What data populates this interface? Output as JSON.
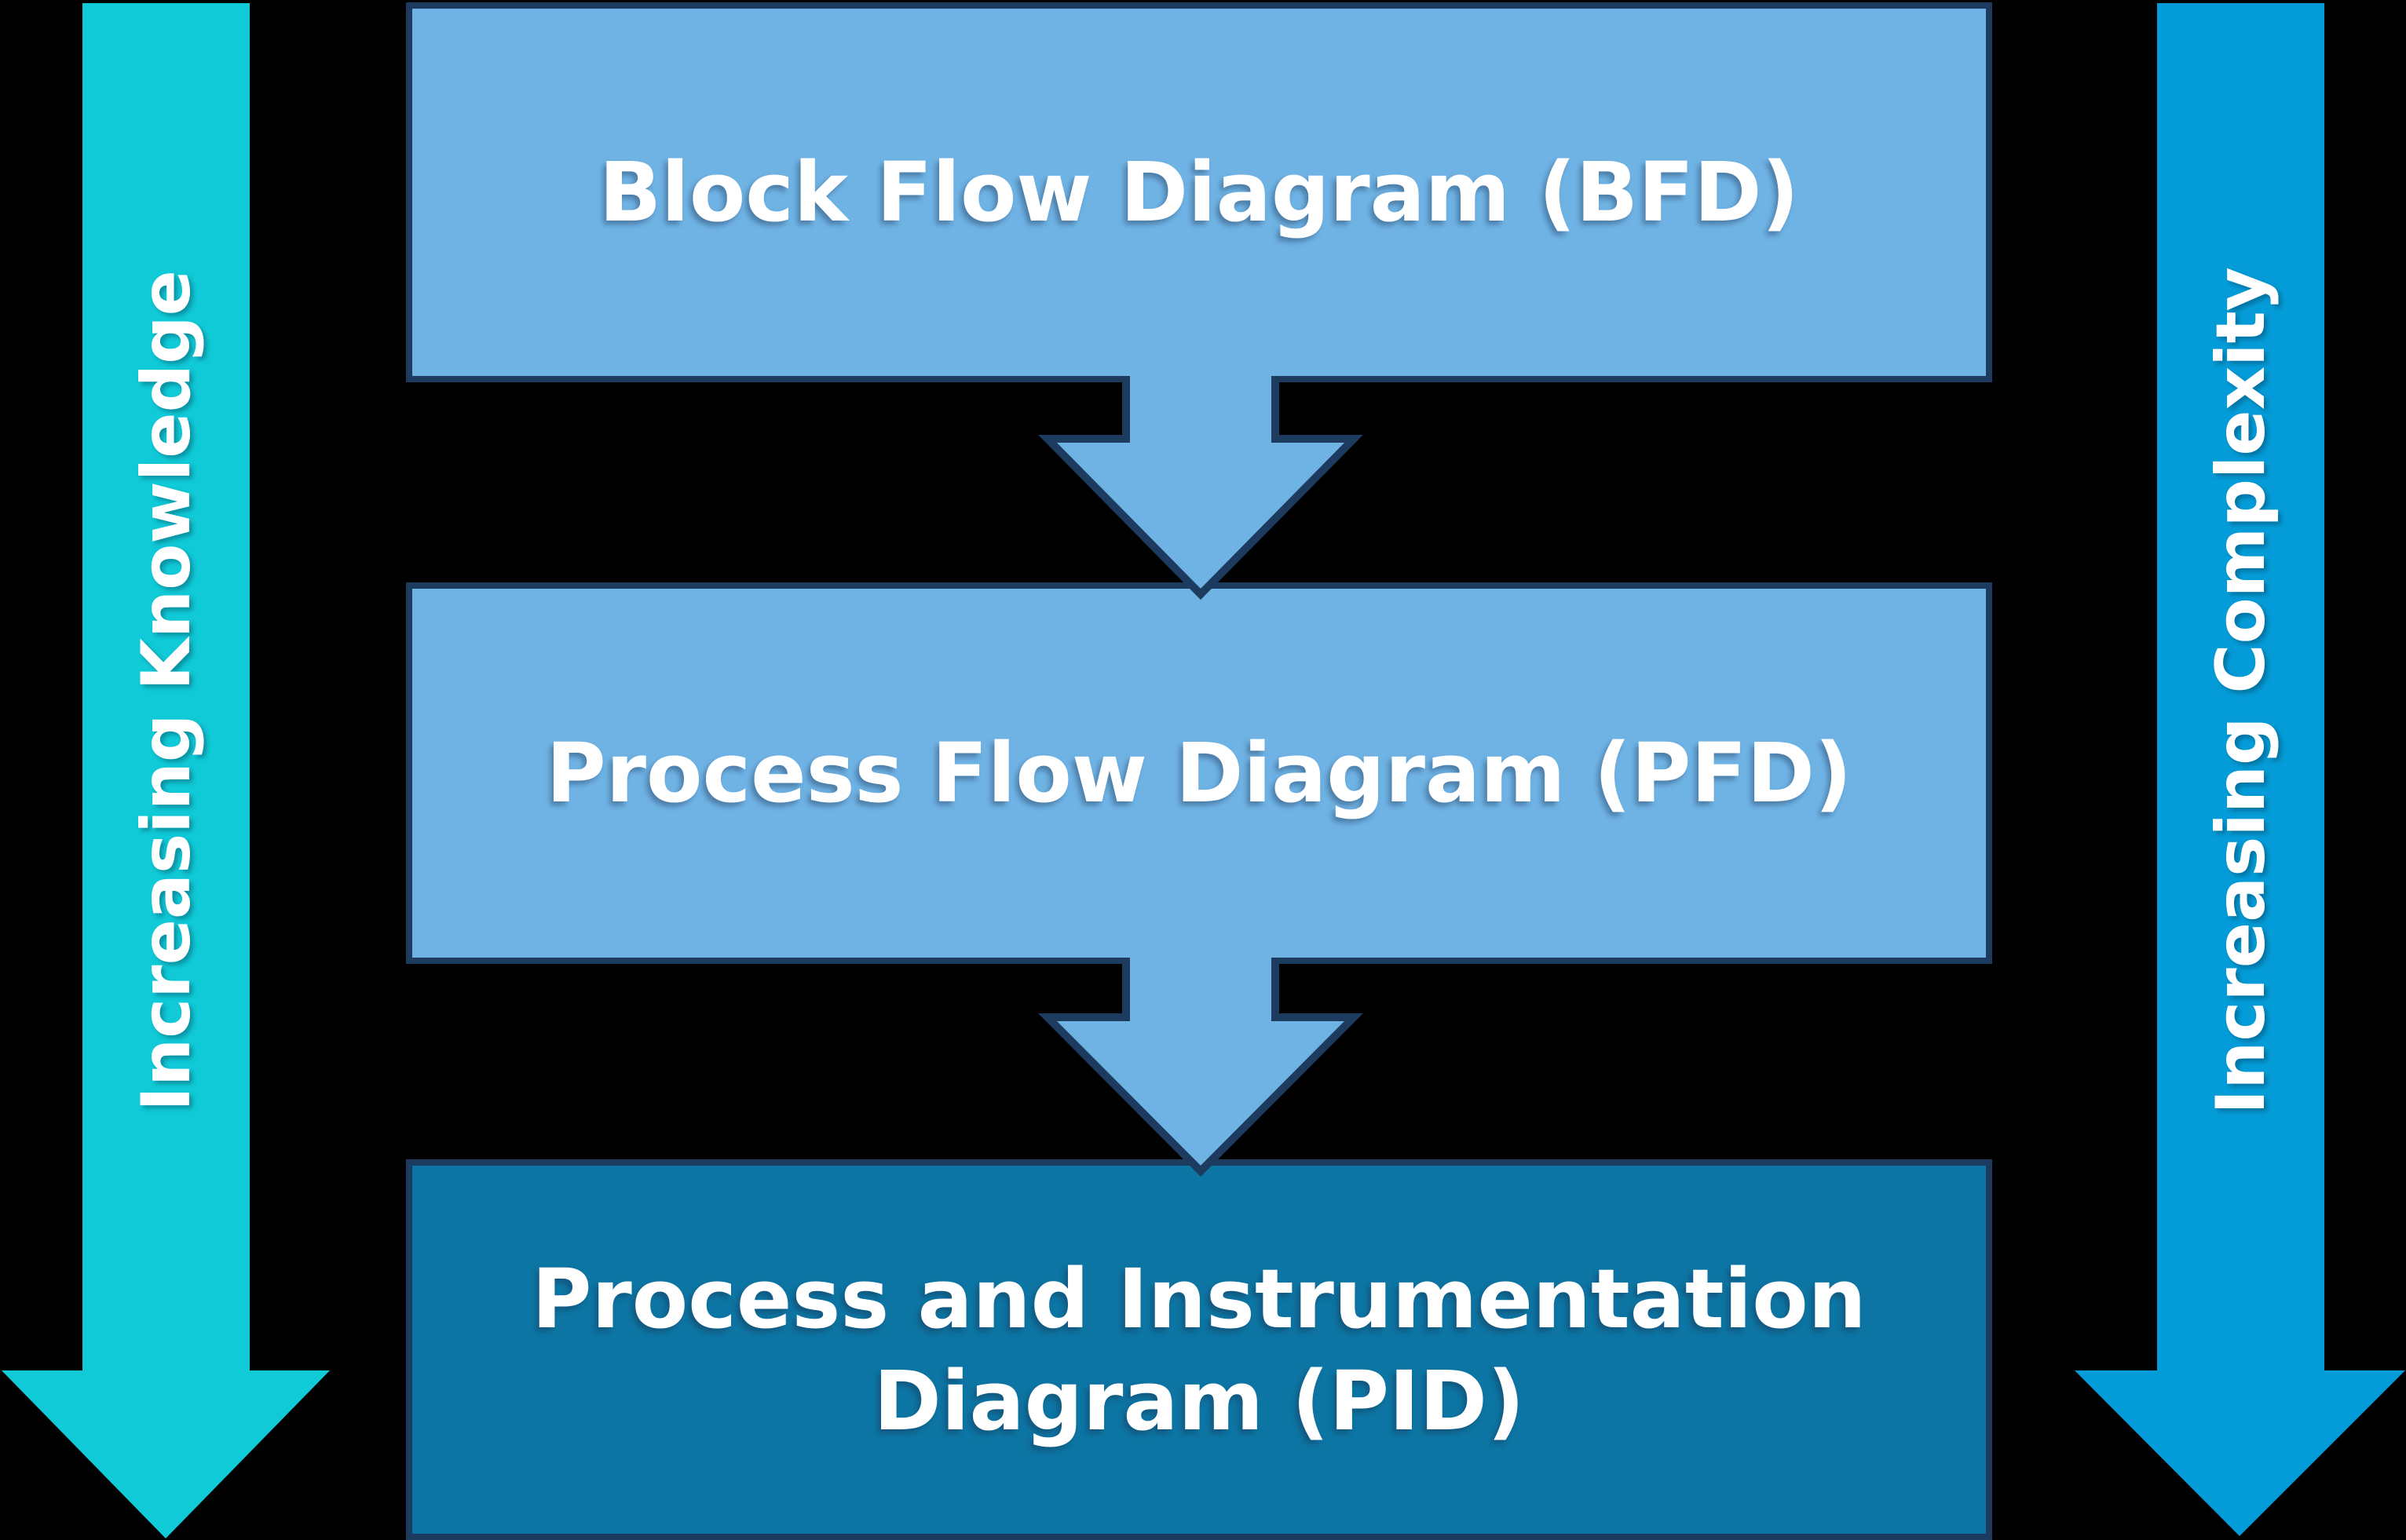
{
  "diagram": {
    "background": "#000000",
    "boxes": [
      {
        "label": "Block Flow Diagram (BFD)",
        "fill": "#6FB3E5",
        "border": "#1C3B5E",
        "text_color": "#FFFFFF"
      },
      {
        "label": "Process Flow Diagram (PFD)",
        "fill": "#6FB3E5",
        "border": "#1C3B5E",
        "text_color": "#FFFFFF"
      },
      {
        "label": "Process and Instrumentation Diagram (PID)",
        "fill": "#0D75A3",
        "border": "#1C3B5E",
        "text_color": "#FFFFFF"
      }
    ],
    "connector_arrows": {
      "fill": "#6FB3E5",
      "stroke": "#1C3B5E"
    },
    "side_arrows": {
      "left": {
        "label": "Increasing Knowledge",
        "fill": "#10CAD8",
        "text_color": "#FFFFFF"
      },
      "right": {
        "label": "Increasing Complexity",
        "fill": "#049CD8",
        "text_color": "#FFFFFF"
      }
    }
  }
}
